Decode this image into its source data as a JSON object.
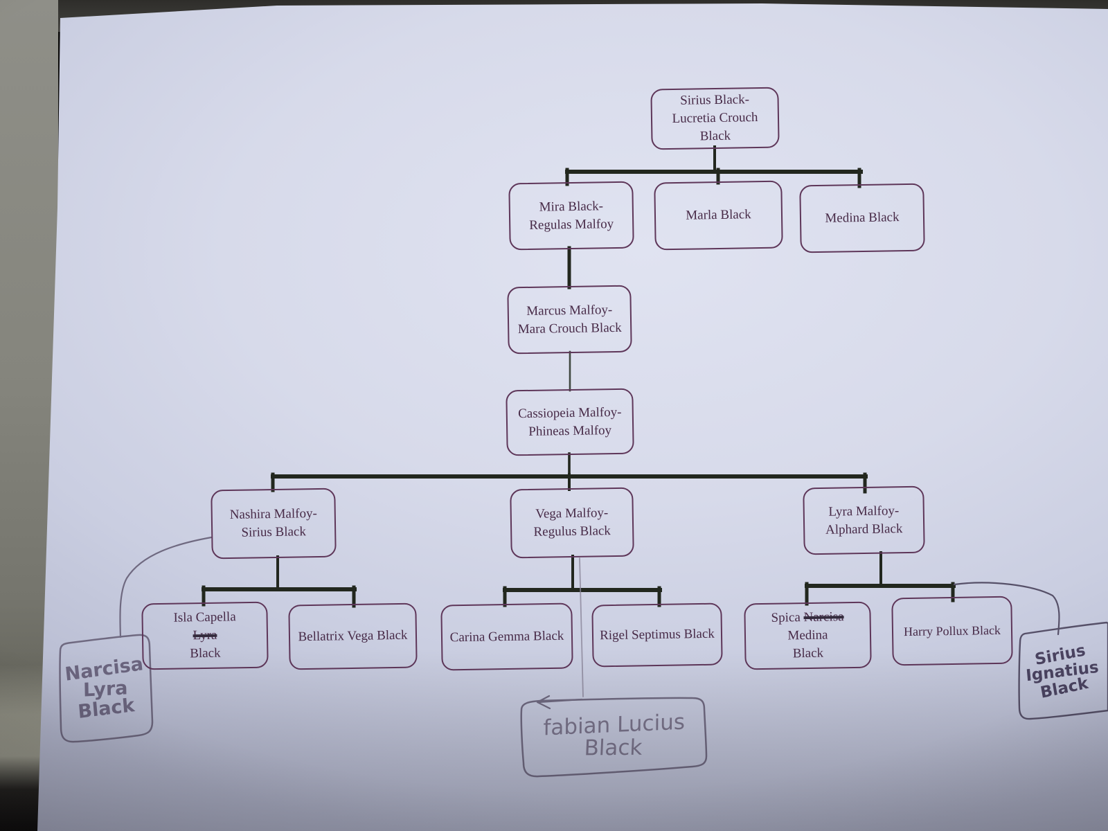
{
  "document_type": "photographed printed family tree with handwritten pencil annotations",
  "tree": {
    "nodes": {
      "sirius_lucretia": [
        "Sirius Black-",
        "Lucretia Crouch",
        "Black"
      ],
      "mira": [
        "Mira Black-",
        "Regulas Malfoy"
      ],
      "marla": [
        "Marla Black"
      ],
      "medina": [
        "Medina Black"
      ],
      "marcus": [
        "Marcus Malfoy-",
        "Mara Crouch Black"
      ],
      "cassiopeia": [
        "Cassiopeia Malfoy-",
        "Phineas Malfoy"
      ],
      "nashira": [
        "Nashira Malfoy-",
        "Sirius Black"
      ],
      "vega": [
        "Vega Malfoy-",
        "Regulus Black"
      ],
      "lyra": [
        "Lyra Malfoy-",
        "Alphard Black"
      ],
      "isla": {
        "line1": "Isla Capella",
        "struck": "Lyra",
        "line2": "Black"
      },
      "bellatrix": [
        "Bellatrix Vega Black"
      ],
      "carina": [
        "Carina Gemma Black"
      ],
      "rigel": [
        "Rigel Septimus Black"
      ],
      "spica": {
        "line1_prefix": "Spica ",
        "struck": "Narcisa",
        "line2": "Medina",
        "line3": "Black"
      },
      "harry": [
        "Harry Pollux Black"
      ]
    },
    "handwritten_notes": {
      "narcisa": [
        "Narcisa",
        "Lyra",
        "Black"
      ],
      "fabian": [
        "fabian Lucius",
        "Black"
      ],
      "sirius_ignatius": [
        "Sirius",
        "Ignatius",
        "Black"
      ]
    },
    "edges": [
      [
        "sirius_lucretia",
        "mira"
      ],
      [
        "sirius_lucretia",
        "marla"
      ],
      [
        "sirius_lucretia",
        "medina"
      ],
      [
        "mira",
        "marcus"
      ],
      [
        "marcus",
        "cassiopeia"
      ],
      [
        "cassiopeia",
        "nashira"
      ],
      [
        "cassiopeia",
        "vega"
      ],
      [
        "cassiopeia",
        "lyra"
      ],
      [
        "nashira",
        "isla"
      ],
      [
        "nashira",
        "bellatrix"
      ],
      [
        "vega",
        "carina"
      ],
      [
        "vega",
        "rigel"
      ],
      [
        "lyra",
        "spica"
      ],
      [
        "lyra",
        "harry"
      ]
    ],
    "handwritten_edges": [
      [
        "nashira",
        "narcisa note"
      ],
      [
        "vega",
        "fabian note"
      ],
      [
        "harry",
        "sirius_ignatius note"
      ]
    ]
  },
  "colors": {
    "paper": "#d5d8e8",
    "printed_ink": "#472a47",
    "box_border": "#5e3659",
    "connector_line": "#22271e",
    "pencil": "#6f6980",
    "marker": "#4a4360",
    "background_dark": "#0b0a09",
    "left_strip": "#85857d"
  }
}
